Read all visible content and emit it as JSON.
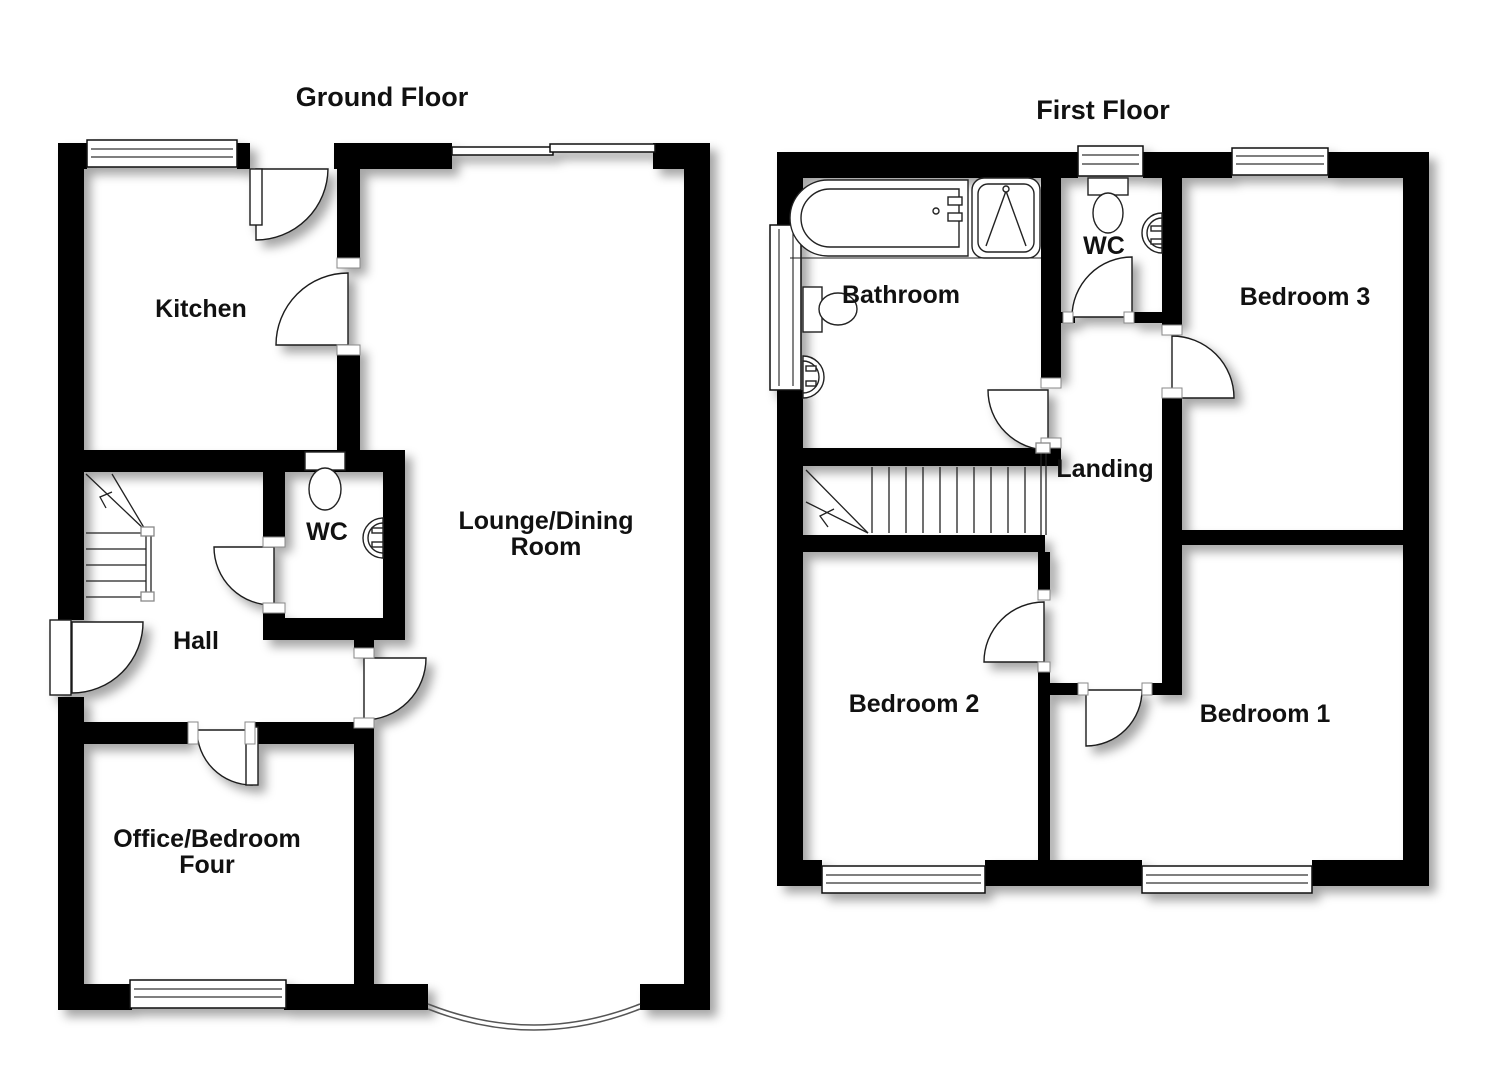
{
  "ground_floor": {
    "title": "Ground Floor",
    "rooms": {
      "kitchen": "Kitchen",
      "wc": "WC",
      "lounge_dining": "Lounge/Dining\nRoom",
      "hall": "Hall",
      "office_bedroom_four": "Office/Bedroom\nFour"
    }
  },
  "first_floor": {
    "title": "First Floor",
    "rooms": {
      "bathroom": "Bathroom",
      "wc": "WC",
      "bedroom3": "Bedroom 3",
      "landing": "Landing",
      "bedroom2": "Bedroom 2",
      "bedroom1": "Bedroom 1"
    }
  },
  "colors": {
    "wall": "#000000",
    "floor": "#ffffff",
    "fixture_line": "#222222"
  }
}
